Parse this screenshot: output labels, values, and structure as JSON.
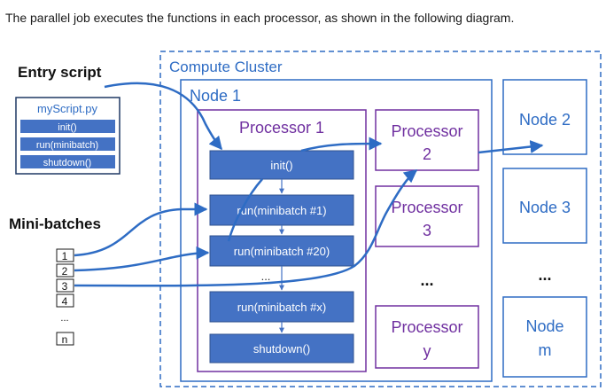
{
  "caption": "The parallel job executes the functions in each processor, as shown in the following diagram.",
  "entry_script": {
    "title": "Entry script",
    "file_name": "myScript.py",
    "functions": [
      "init()",
      "run(minibatch)",
      "shutdown()"
    ]
  },
  "mini_batches": {
    "title": "Mini-batches",
    "items": [
      "1",
      "2",
      "3",
      "4",
      "...",
      "n"
    ]
  },
  "compute_cluster": {
    "label": "Compute Cluster",
    "node1": {
      "label": "Node 1",
      "processor1": {
        "label": "Processor 1",
        "steps": [
          "init()",
          "run(minibatch #1)",
          "run(minibatch #20)",
          "...",
          "run(minibatch #x)",
          "shutdown()"
        ]
      },
      "other_processors": [
        {
          "line1": "Processor",
          "line2": "2"
        },
        {
          "line1": "Processor",
          "line2": "3"
        },
        {
          "line1": "...",
          "line2": ""
        },
        {
          "line1": "Processor",
          "line2": "y"
        }
      ]
    },
    "other_nodes": [
      {
        "line1": "Node 2",
        "line2": ""
      },
      {
        "line1": "Node 3",
        "line2": ""
      },
      {
        "line1": "...",
        "line2": ""
      },
      {
        "line1": "Node",
        "line2": "m"
      }
    ]
  },
  "colors": {
    "blue": "#2e6cc4",
    "blue_fill": "#4472c4",
    "purple": "#7030a0",
    "dark_border": "#1f3864",
    "text": "#1a1a1a"
  }
}
